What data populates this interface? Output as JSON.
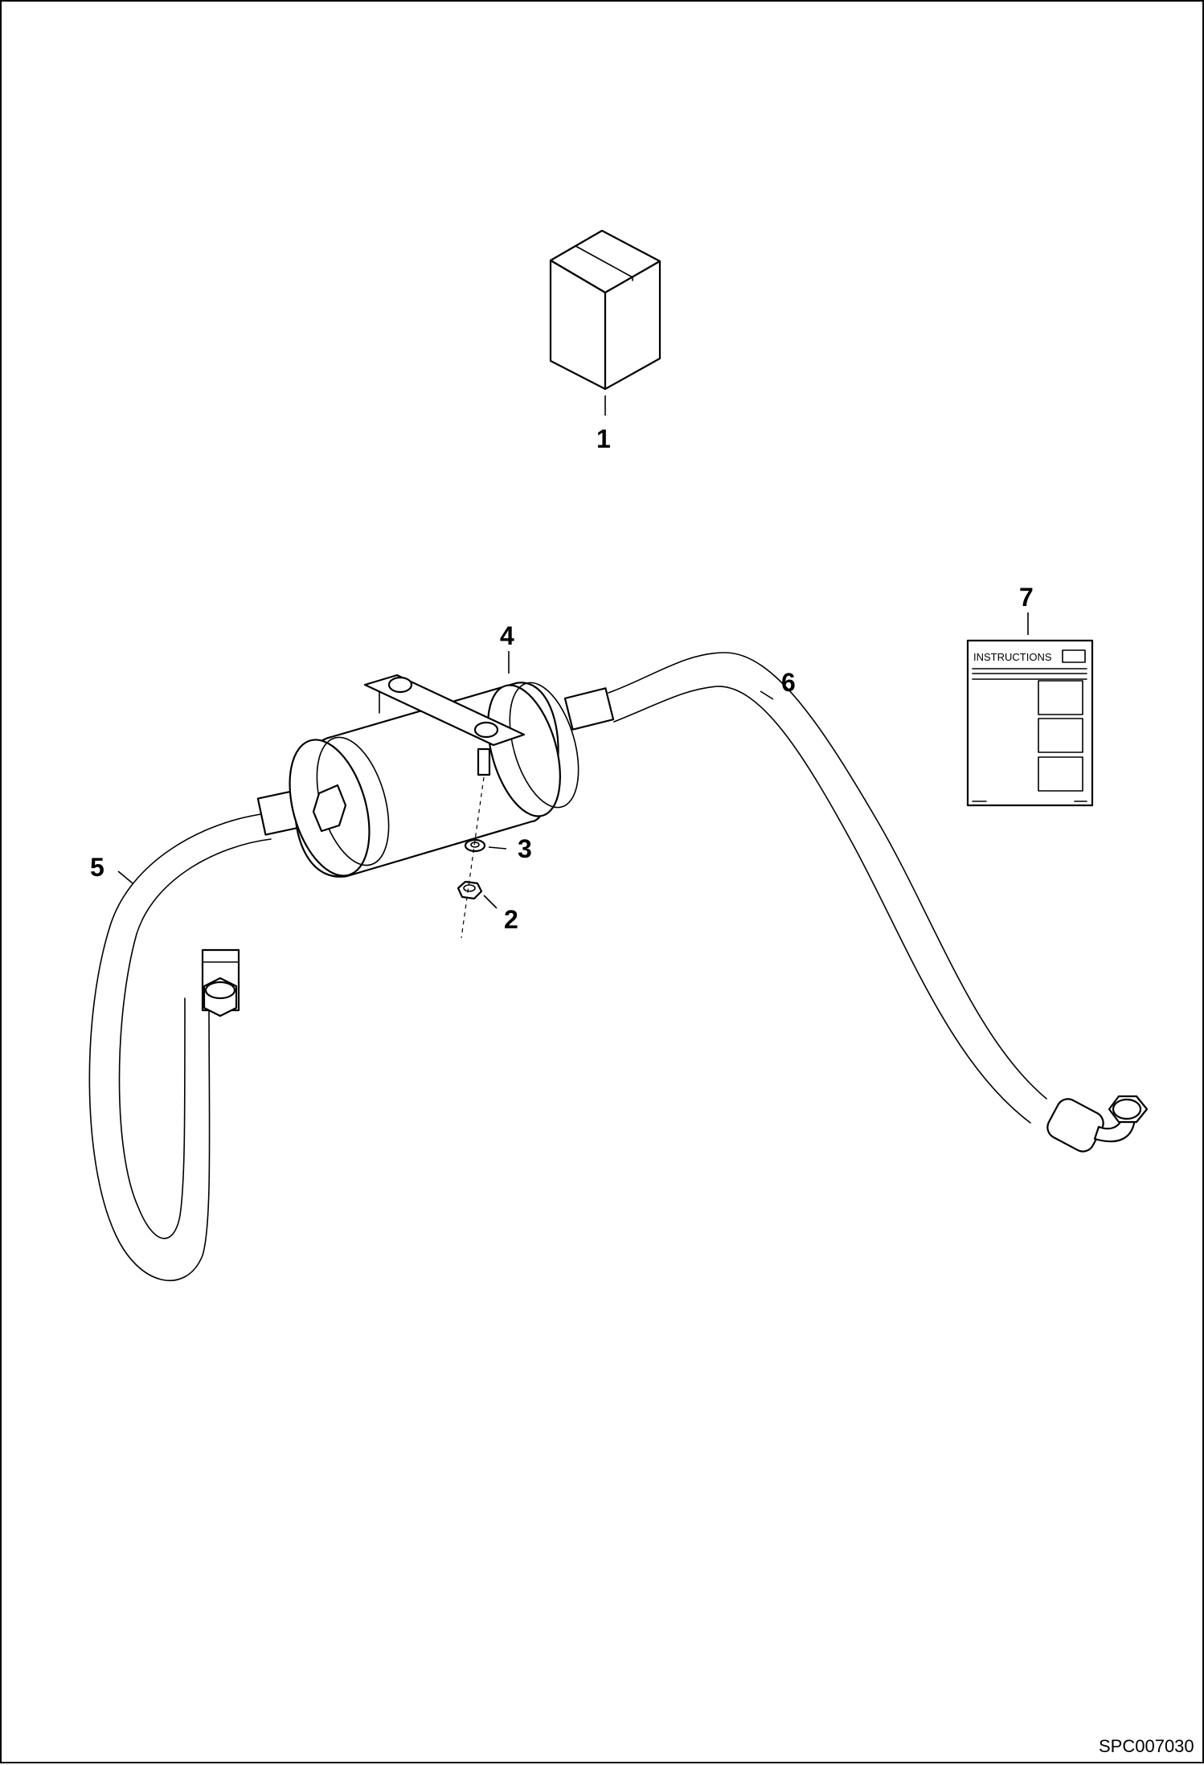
{
  "drawing": {
    "reference_code": "SPC007030",
    "callouts": [
      {
        "id": "1",
        "part": "kit-box"
      },
      {
        "id": "2",
        "part": "nut"
      },
      {
        "id": "3",
        "part": "washer"
      },
      {
        "id": "4",
        "part": "receiver-drier"
      },
      {
        "id": "5",
        "part": "hose-left"
      },
      {
        "id": "6",
        "part": "hose-right"
      },
      {
        "id": "7",
        "part": "instructions"
      }
    ],
    "instructions_sheet": {
      "title": "INSTRUCTIONS"
    }
  }
}
